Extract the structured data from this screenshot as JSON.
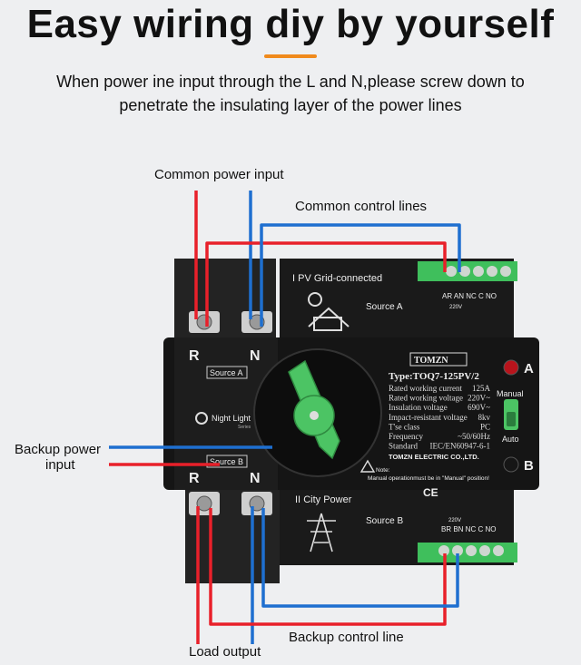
{
  "header": {
    "title": "Easy wiring diy by yourself",
    "subtitle_line1": "When power ine input through the L and N,please screw down to",
    "subtitle_line2": "penetrate the insulating layer of the power lines"
  },
  "labels": {
    "common_power_input": "Common power input",
    "common_control_lines": "Common control lines",
    "backup_power_input_1": "Backup power",
    "backup_power_input_2": "input",
    "load_output": "Load output",
    "backup_control_line": "Backup control line"
  },
  "device": {
    "top_panel_title": "PV Grid-connected",
    "top_panel_num": "I",
    "source_a": "Source A",
    "terminal_top": "AR AN NC C NO",
    "terminal_top_v": "220V",
    "terminal_bottom": "BR BN NC C NO",
    "terminal_bottom_v": "220V",
    "bottom_panel_title": "City Power",
    "bottom_panel_num": "II",
    "source_b": "Source B",
    "left_r_top": "R",
    "left_n_top": "N",
    "left_r_bottom": "R",
    "left_n_bottom": "N",
    "left_source_a_tag": "Source A",
    "left_source_b_tag": "Source B",
    "night_light": "Night Light",
    "night_light_sub": "Series",
    "brand": "TOMZN",
    "type": "Type:TOQ7-125PV/2",
    "specs": [
      {
        "k": "Rated working current",
        "v": "125A"
      },
      {
        "k": "Rated working voltage",
        "v": "220V~"
      },
      {
        "k": "Insulation voltage",
        "v": "690V~"
      },
      {
        "k": "Impact-resistant voltage",
        "v": "8kv"
      },
      {
        "k": "T'se class",
        "v": "PC"
      },
      {
        "k": "Frequency",
        "v": "~50/60Hz"
      },
      {
        "k": "Standard",
        "v": "IEC/EN60947-6-1"
      }
    ],
    "company": "TOMZN ELECTRIC CO.,LTD.",
    "note_title": "Note:",
    "note_text": "Manual operationmust be in \"Manual\" position!",
    "ce": "CE",
    "indicator_a": "A",
    "indicator_b": "B",
    "manual": "Manual",
    "auto": "Auto"
  },
  "colors": {
    "red_wire": "#e8202a",
    "blue_wire": "#1e6fd0",
    "device_body": "#1b1b1b",
    "switch_green": "#4cc464",
    "accent_orange": "#f08a1c"
  }
}
